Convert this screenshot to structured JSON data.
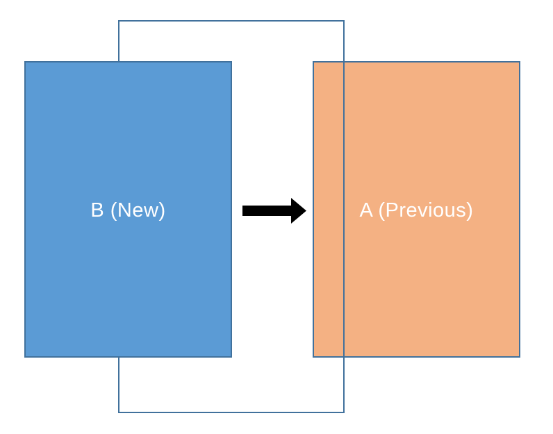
{
  "diagram": {
    "background_color": "#FFFFFF",
    "outer_frame": {
      "border_color": "#41719C",
      "fill": "none"
    },
    "boxes": [
      {
        "label": "B (New)",
        "fill_color": "#5B9BD5",
        "border_color": "#41719C",
        "text_color": "#FFFFFF"
      },
      {
        "label": "A (Previous)",
        "fill_color": "#F4B183",
        "border_color": "#41719C",
        "text_color": "#FFFFFF"
      }
    ],
    "arrow": {
      "icon": "right-arrow-icon",
      "color": "#000000",
      "direction": "left-to-right",
      "from": "B (New)",
      "to": "A (Previous)"
    }
  }
}
